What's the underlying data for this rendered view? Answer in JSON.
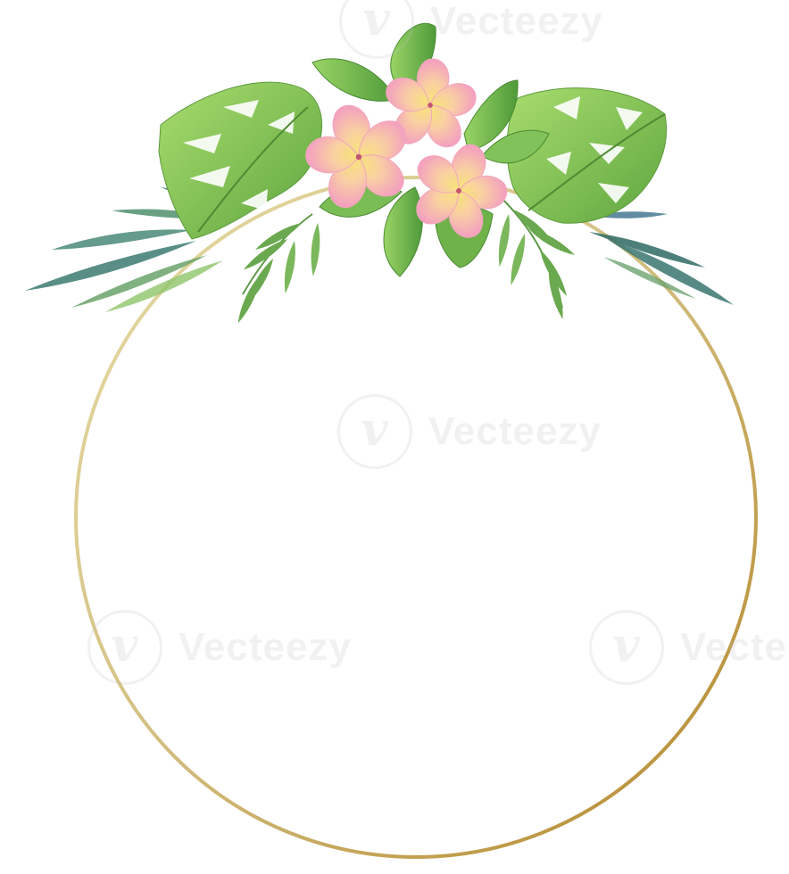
{
  "image": {
    "kind": "watercolor-floral-frame",
    "frame": {
      "shape": "circle",
      "color_light": "#e3d79c",
      "color_dark": "#b58a2e"
    },
    "flowers": {
      "name": "plumeria",
      "count": 3,
      "petal_pink": "#f6a9c3",
      "center_yellow": "#f7e07a"
    },
    "leaves": {
      "light_green": "#8fce5a",
      "mid_green": "#5fae3d",
      "teal": "#3f7f73"
    }
  },
  "watermark": {
    "text": "Vecteezy",
    "color": "#bdbdbd"
  }
}
